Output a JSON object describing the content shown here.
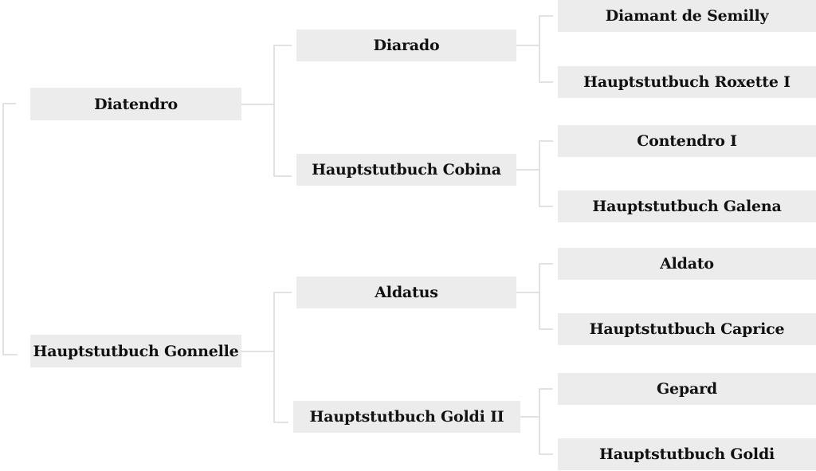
{
  "pedigree": {
    "sire": {
      "name": "Diatendro",
      "sire": {
        "name": "Diarado",
        "sire": {
          "name": "Diamant de Semilly"
        },
        "dam": {
          "name": "Hauptstutbuch Roxette I"
        }
      },
      "dam": {
        "name": "Hauptstutbuch Cobina",
        "sire": {
          "name": "Contendro I"
        },
        "dam": {
          "name": "Hauptstutbuch Galena"
        }
      }
    },
    "dam": {
      "name": "Hauptstutbuch Gonnelle",
      "sire": {
        "name": "Aldatus",
        "sire": {
          "name": "Aldato"
        },
        "dam": {
          "name": "Hauptstutbuch Caprice"
        }
      },
      "dam": {
        "name": "Hauptstutbuch Goldi II",
        "sire": {
          "name": "Gepard"
        },
        "dam": {
          "name": "Hauptstutbuch Goldi"
        }
      }
    }
  },
  "colors": {
    "box_fill": "#ececec",
    "connector": "#d9d9d9",
    "text": "#111111"
  }
}
